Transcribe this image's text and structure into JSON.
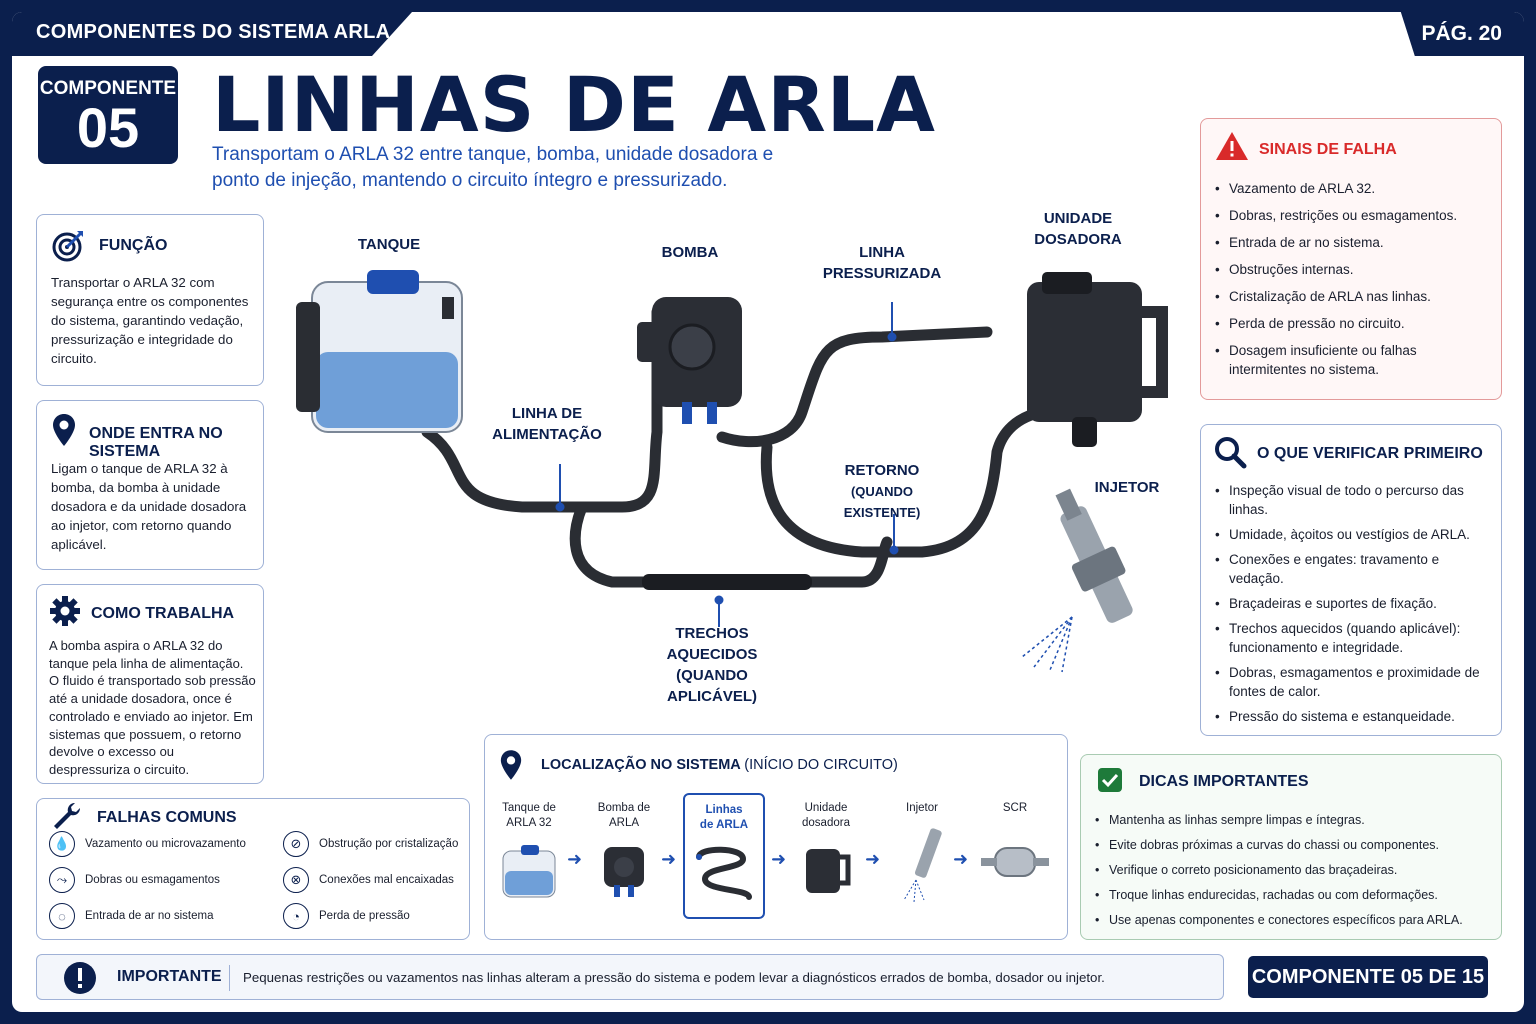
{
  "header": {
    "section": "COMPONENTES DO SISTEMA ARLA",
    "page": "PÁG. 20"
  },
  "badge": {
    "label": "COMPONENTE",
    "number": "05"
  },
  "title": "LINHAS DE ARLA",
  "subtitle": "Transportam o ARLA 32 entre tanque, bomba, unidade dosadora e ponto de injeção, mantendo o circuito íntegro e pressurizado.",
  "funcao": {
    "title": "FUNÇÃO",
    "text": "Transportar o ARLA 32 com segurança entre os componentes do sistema, garantindo vedação, pressurização e integridade do circuito."
  },
  "onde": {
    "title": "ONDE ENTRA NO SISTEMA",
    "text": "Ligam o tanque de ARLA 32 à bomba, da bomba à unidade dosadora e da unidade dosadora ao injetor, com retorno quando aplicável."
  },
  "como": {
    "title": "COMO TRABALHA",
    "text": "A bomba aspira o ARLA 32 do tanque pela linha de alimentação. O fluido é transportado sob pressão até a unidade dosadora, once é controlado e enviado ao injetor. Em sistemas que possuem, o retorno devolve o excesso ou despressuriza o circuito."
  },
  "falhas": {
    "title": "FALHAS COMUNS",
    "items": [
      "Vazamento ou microvazamento",
      "Obstrução por cristalização",
      "Dobras ou esmagamentos",
      "Conexões mal encaixadas",
      "Entrada de ar no sistema",
      "Perda de pressão"
    ]
  },
  "diagram": {
    "tanque": "TANQUE",
    "bomba": "BOMBA",
    "linha_pressurizada_1": "LINHA",
    "linha_pressurizada_2": "PRESSURIZADA",
    "unidade_1": "UNIDADE",
    "unidade_2": "DOSADORA",
    "linha_alimentacao_1": "LINHA DE",
    "linha_alimentacao_2": "ALIMENTAÇÃO",
    "retorno_1": "RETORNO",
    "retorno_2": "(QUANDO EXISTENTE)",
    "injetor": "INJETOR",
    "trechos_1": "TRECHOS AQUECIDOS",
    "trechos_2": "(QUANDO APLICÁVEL)"
  },
  "sinais": {
    "title": "SINAIS DE FALHA",
    "items": [
      "Vazamento de ARLA 32.",
      "Dobras, restrições ou esmagamentos.",
      "Entrada de ar no sistema.",
      "Obstruções internas.",
      "Cristalização de ARLA nas linhas.",
      "Perda de pressão no circuito.",
      "Dosagem insuficiente ou falhas intermitentes no sistema."
    ]
  },
  "verificar": {
    "title": "O QUE VERIFICAR PRIMEIRO",
    "items": [
      "Inspeção visual de todo o percurso das linhas.",
      "Umidade, àçoitos ou vestígios de ARLA.",
      "Conexões e engates: travamento e vedação.",
      "Braçadeiras e suportes de fixação.",
      "Trechos aquecidos (quando aplicável): funcionamento e integridade.",
      "Dobras, esmagamentos e proximidade de fontes de calor.",
      "Pressão do sistema e estanqueidade."
    ]
  },
  "localizacao": {
    "title": "LOCALIZAÇÃO NO SISTEMA",
    "title_sub": "(INÍCIO DO CIRCUITO)",
    "items": [
      {
        "l1": "Tanque de",
        "l2": "ARLA 32"
      },
      {
        "l1": "Bomba de",
        "l2": "ARLA"
      },
      {
        "l1": "Linhas",
        "l2": "de ARLA"
      },
      {
        "l1": "Unidade",
        "l2": "dosadora"
      },
      {
        "l1": "Injetor",
        "l2": ""
      },
      {
        "l1": "SCR",
        "l2": ""
      }
    ]
  },
  "dicas": {
    "title": "DICAS IMPORTANTES",
    "items": [
      "Mantenha as linhas sempre limpas e íntegras.",
      "Evite dobras próximas a curvas do chassi ou componentes.",
      "Verifique o correto posicionamento das braçadeiras.",
      "Troque linhas endurecidas, rachadas ou com deformações.",
      "Use apenas componentes e conectores específicos para ARLA."
    ]
  },
  "importante": {
    "label": "IMPORTANTE",
    "text": "Pequenas restrições ou vazamentos nas linhas alteram a pressão do sistema e podem levar a diagnósticos errados de bomba, dosador ou injetor."
  },
  "footer": "COMPONENTE 05 DE 15",
  "colors": {
    "navy": "#0b1f4d",
    "blue": "#1f4fb0",
    "red": "#d92a2a",
    "green": "#1e7a3a"
  }
}
